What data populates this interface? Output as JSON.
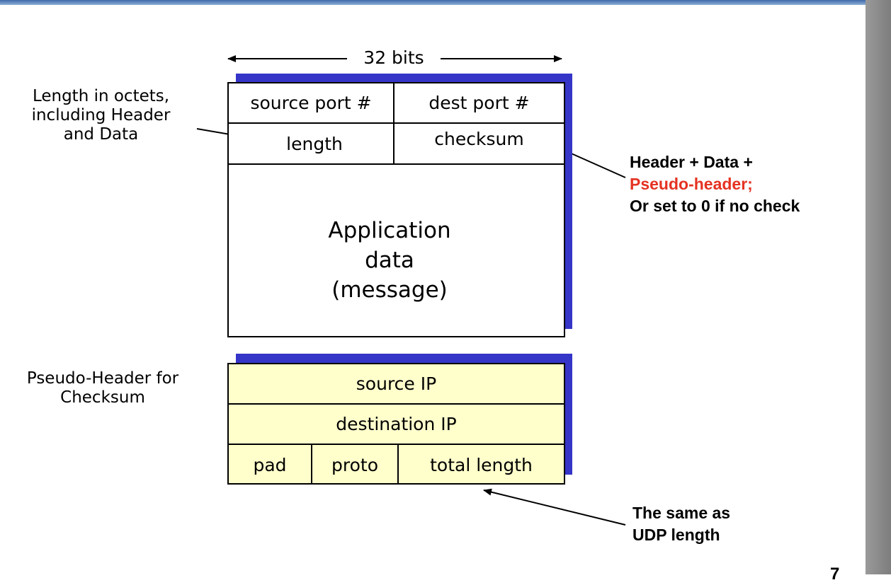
{
  "width_label": "32 bits",
  "udp_segment": {
    "source_port": "source port #",
    "dest_port": "dest port #",
    "length": "length",
    "checksum": "checksum",
    "app_data": [
      "Application",
      "data",
      "(message)"
    ]
  },
  "pseudo_header": {
    "source_ip": "source IP",
    "destination_ip": "destination IP",
    "pad": "pad",
    "proto": "proto",
    "total_length": "total length"
  },
  "notes": {
    "length_note": [
      "Length in octets,",
      "including Header",
      "and Data"
    ],
    "pseudo_note": [
      "Pseudo-Header for",
      "Checksum"
    ],
    "checksum_note_line1": "Header + Data +",
    "checksum_note_line2": "Pseudo-header;",
    "checksum_note_line3": "Or set to 0 if no check",
    "udp_length_note": [
      "The same as",
      "UDP length"
    ]
  },
  "page_number": "7",
  "colors": {
    "shadow": "#3535c8",
    "pseudo_fill": "#ffffcc",
    "highlight": "#e53222"
  }
}
